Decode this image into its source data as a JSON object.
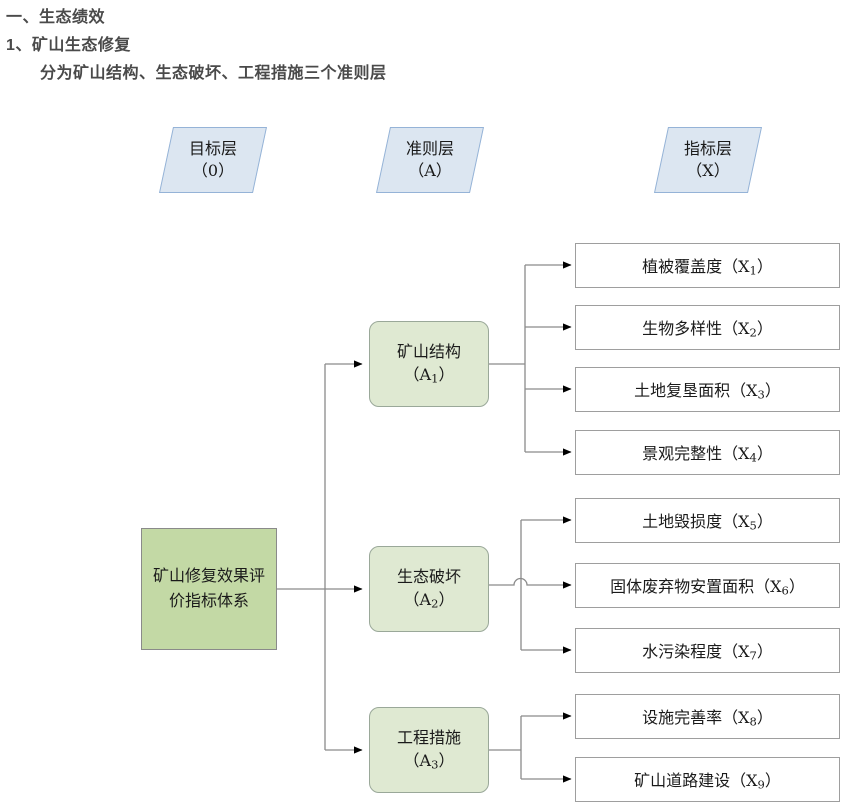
{
  "headings": [
    {
      "id": "section",
      "text": "一、生态绩效",
      "level": 1
    },
    {
      "id": "subsection",
      "text": "1、矿山生态修复",
      "level": 2
    },
    {
      "id": "description",
      "text": "分为矿山结构、生态破坏、工程措施三个准则层",
      "level": 3
    }
  ],
  "diagram": {
    "layer_headers": [
      {
        "id": "goal-layer",
        "title": "目标层",
        "code": "（0）"
      },
      {
        "id": "criteria-layer",
        "title": "准则层",
        "code": "（A）"
      },
      {
        "id": "indicator-layer",
        "title": "指标层",
        "code": "（X）"
      }
    ],
    "goal": {
      "id": "goal",
      "label": "矿山修复效果评价指标体系"
    },
    "criteria": [
      {
        "id": "A1",
        "label": "矿山结构",
        "code": "（A",
        "sub": "1",
        "code_end": "）"
      },
      {
        "id": "A2",
        "label": "生态破坏",
        "code": "（A",
        "sub": "2",
        "code_end": "）"
      },
      {
        "id": "A3",
        "label": "工程措施",
        "code": "（A",
        "sub": "3",
        "code_end": "）"
      }
    ],
    "indicators": [
      {
        "id": "X1",
        "label": "植被覆盖度",
        "code": "（X",
        "sub": "1",
        "code_end": "）",
        "parent": "A1"
      },
      {
        "id": "X2",
        "label": "生物多样性",
        "code": "（X",
        "sub": "2",
        "code_end": "）",
        "parent": "A1"
      },
      {
        "id": "X3",
        "label": "土地复垦面积",
        "code": "（X",
        "sub": "3",
        "code_end": "）",
        "parent": "A1"
      },
      {
        "id": "X4",
        "label": "景观完整性",
        "code": "（X",
        "sub": "4",
        "code_end": "）",
        "parent": "A1"
      },
      {
        "id": "X5",
        "label": "土地毁损度",
        "code": "（X",
        "sub": "5",
        "code_end": "）",
        "parent": "A2"
      },
      {
        "id": "X6",
        "label": "固体废弃物安置面积",
        "code": "（X",
        "sub": "6",
        "code_end": "）",
        "parent": "A2"
      },
      {
        "id": "X7",
        "label": "水污染程度",
        "code": "（X",
        "sub": "7",
        "code_end": "）",
        "parent": "A2"
      },
      {
        "id": "X8",
        "label": "设施完善率",
        "code": "（X",
        "sub": "8",
        "code_end": "）",
        "parent": "A3"
      },
      {
        "id": "X9",
        "label": "矿山道路建设",
        "code": "（X",
        "sub": "9",
        "code_end": "）",
        "parent": "A3"
      }
    ],
    "colors": {
      "heading_text": "#4a4a4a",
      "layer_header_fill": "#dce6f1",
      "layer_header_border": "#95b3d7",
      "goal_fill": "#c3d9a5",
      "goal_border": "#8a8a8a",
      "criterion_fill": "#dfe9d2",
      "criterion_border": "#9aa899",
      "indicator_fill": "#ffffff",
      "indicator_border": "#9e9e9e",
      "connector": "#888888",
      "arrowhead": "#000000"
    }
  }
}
